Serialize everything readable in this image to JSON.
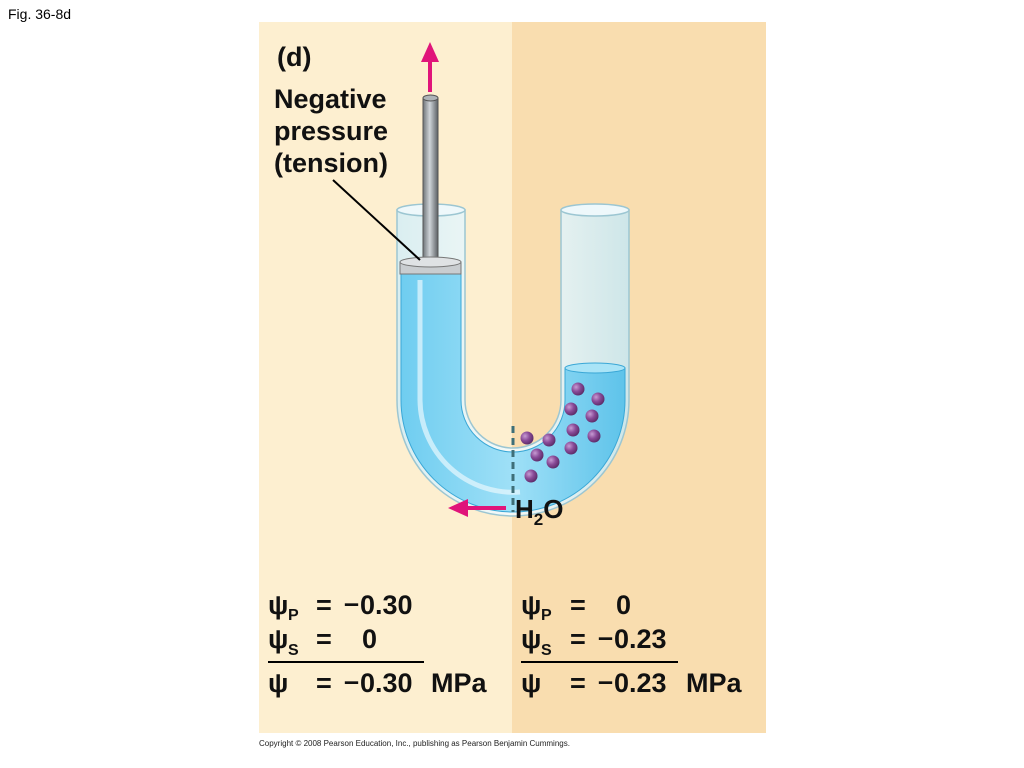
{
  "figure_label": "Fig. 36-8d",
  "panel_label": "(d)",
  "callout": [
    "Negative",
    "pressure",
    "(tension)"
  ],
  "water_label": "H",
  "water_sub": "2",
  "water_end": "O",
  "left_eq": {
    "p_symbol": "ψ",
    "p_sub": "P",
    "p_value": "0.30",
    "p_sign": "–",
    "s_symbol": "ψ",
    "s_sub": "S",
    "s_value": "0",
    "t_symbol": "ψ",
    "t_value": "0.30",
    "t_sign": "–",
    "unit": "MPa",
    "eq": "="
  },
  "right_eq": {
    "p_symbol": "ψ",
    "p_sub": "P",
    "p_value": "0",
    "s_symbol": "ψ",
    "s_sub": "S",
    "s_value": "0.23",
    "s_sign": "–",
    "t_symbol": "ψ",
    "t_value": "0.23",
    "t_sign": "–",
    "unit": "MPa",
    "eq": "="
  },
  "copyright": "Copyright © 2008 Pearson Education, Inc., publishing as Pearson Benjamin Cummings.",
  "colors": {
    "panel_left": "#fdefd0",
    "panel_right": "#f9ddaf",
    "water": "#5dc3ea",
    "arrow": "#e0147a",
    "solute": "#7a3a86"
  }
}
